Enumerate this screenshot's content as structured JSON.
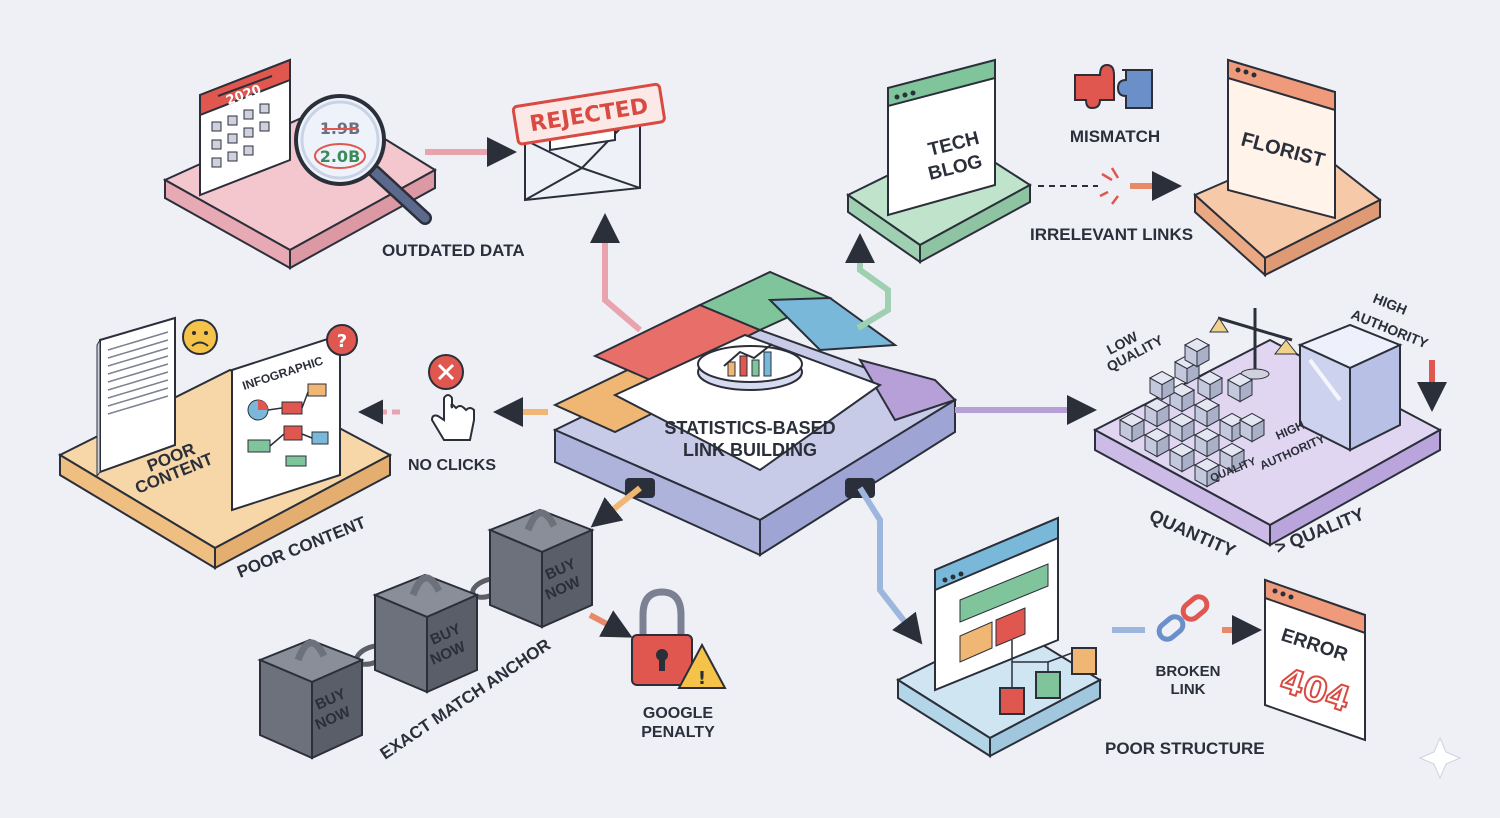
{
  "center": {
    "line1": "STATISTICS-BASED",
    "line2": "LINK BUILDING"
  },
  "outdated": {
    "year": "2020",
    "old_value": "1.9B",
    "new_value": "2.0B",
    "label": "OUTDATED DATA"
  },
  "rejected": {
    "stamp": "REJECTED"
  },
  "irrelevant": {
    "source_line1": "TECH",
    "source_line2": "BLOG",
    "mismatch": "MISMATCH",
    "target": "FLORIST",
    "label": "IRRELEVANT LINKS"
  },
  "poor_content": {
    "card_line1": "POOR",
    "card_line2": "CONTENT",
    "infographic": "INFOGRAPHIC",
    "label": "POOR CONTENT"
  },
  "no_clicks": {
    "label": "NO CLICKS"
  },
  "quantity": {
    "low_line1": "LOW",
    "low_line2": "QUALITY",
    "small_quality": "QUALITY",
    "high_line1": "HIGH",
    "high_line2": "AUTHORITY",
    "base_line1": "HIGH",
    "base_line2": "AUTHORITY",
    "label_left": "QUANTITY",
    "label_right": "> QUALITY"
  },
  "anchor": {
    "block_line1": "BUY",
    "block_line2": "NOW",
    "label": "EXACT MATCH ANCHOR"
  },
  "penalty": {
    "line1": "GOOGLE",
    "line2": "PENALTY"
  },
  "structure": {
    "broken_line1": "BROKEN",
    "broken_line2": "LINK",
    "error_word": "ERROR",
    "error_code": "404",
    "label": "POOR STRUCTURE"
  },
  "colors": {
    "red": "#e0574f",
    "green": "#7fc49a",
    "blue": "#7ab8d9",
    "purple": "#b79fd8",
    "orange": "#f0b774",
    "ink": "#2b2f3a"
  }
}
